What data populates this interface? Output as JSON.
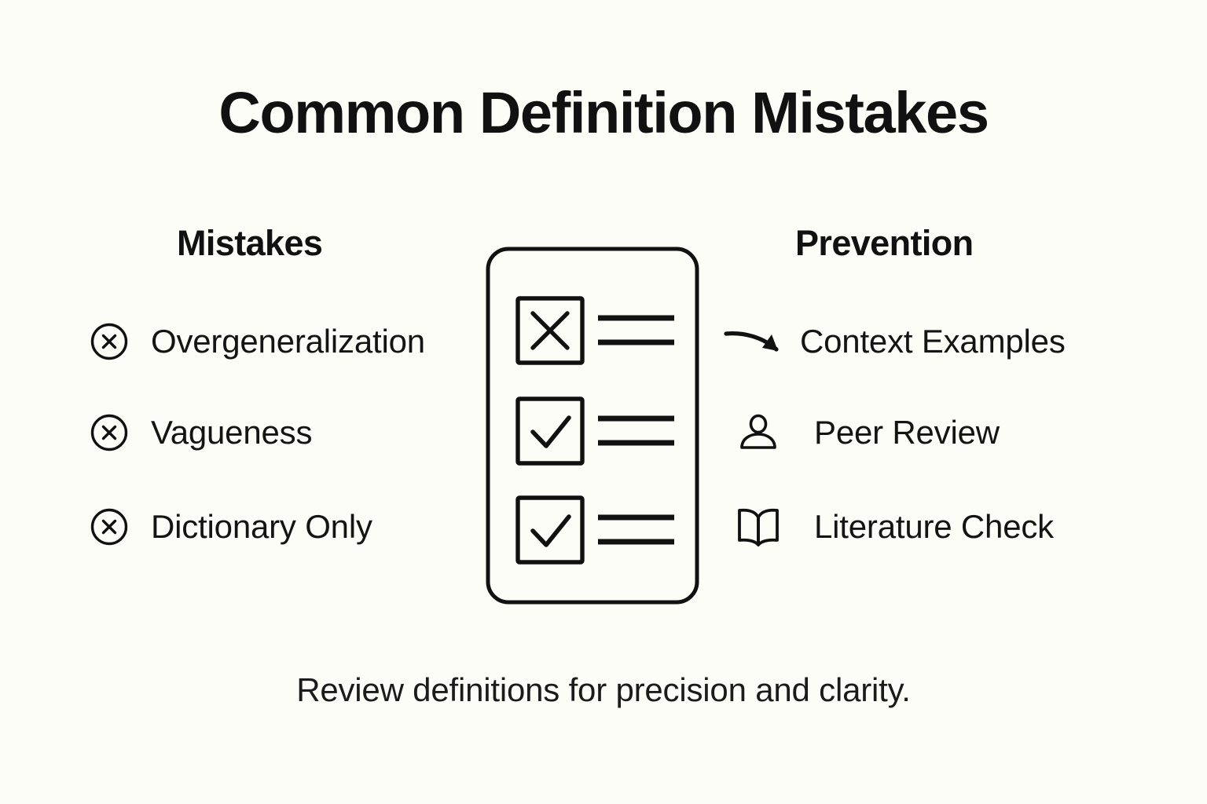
{
  "page": {
    "title": "Common Definition Mistakes",
    "caption": "Review definitions for precision and clarity.",
    "background_color": "#fdfdf8",
    "ink_color": "#111111"
  },
  "columns": {
    "left": {
      "heading": "Mistakes",
      "items": [
        {
          "label": "Overgeneralization",
          "icon": "circle-x-icon"
        },
        {
          "label": "Vagueness",
          "icon": "circle-x-icon"
        },
        {
          "label": "Dictionary Only",
          "icon": "circle-x-icon"
        }
      ]
    },
    "right": {
      "heading": "Prevention",
      "items": [
        {
          "label": "Context Examples",
          "icon": "curved-arrow-icon"
        },
        {
          "label": "Peer Review",
          "icon": "person-icon"
        },
        {
          "label": "Literature Check",
          "icon": "open-book-icon"
        }
      ]
    }
  },
  "checklist": {
    "rows": [
      {
        "state": "x",
        "lines": 2
      },
      {
        "state": "check",
        "lines": 2
      },
      {
        "state": "check",
        "lines": 2
      }
    ]
  }
}
